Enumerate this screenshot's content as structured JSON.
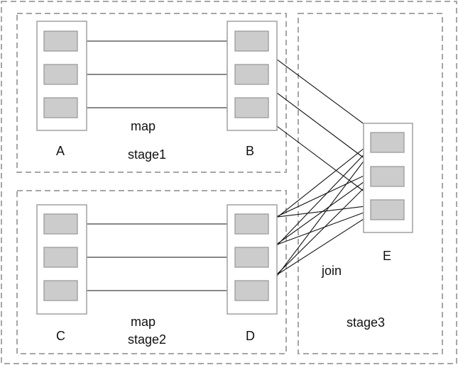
{
  "diagram": {
    "stages": [
      {
        "id": "stage1",
        "label": "stage1"
      },
      {
        "id": "stage2",
        "label": "stage2"
      },
      {
        "id": "stage3",
        "label": "stage3"
      }
    ],
    "nodes": [
      {
        "id": "A",
        "label": "A",
        "stage": "stage1",
        "partitions": 3
      },
      {
        "id": "B",
        "label": "B",
        "stage": "stage1",
        "partitions": 3
      },
      {
        "id": "C",
        "label": "C",
        "stage": "stage2",
        "partitions": 3
      },
      {
        "id": "D",
        "label": "D",
        "stage": "stage2",
        "partitions": 3
      },
      {
        "id": "E",
        "label": "E",
        "stage": "stage3",
        "partitions": 3
      }
    ],
    "operations": [
      {
        "id": "map1",
        "label": "map",
        "from": "A",
        "to": "B",
        "type": "one-to-one"
      },
      {
        "id": "map2",
        "label": "map",
        "from": "C",
        "to": "D",
        "type": "one-to-one"
      },
      {
        "id": "join",
        "label": "join",
        "from": [
          "B",
          "D"
        ],
        "to": "E",
        "type": "shuffle"
      }
    ],
    "edges": [
      {
        "from": "A.0",
        "to": "B.0"
      },
      {
        "from": "A.1",
        "to": "B.1"
      },
      {
        "from": "A.2",
        "to": "B.2"
      },
      {
        "from": "C.0",
        "to": "D.0"
      },
      {
        "from": "C.1",
        "to": "D.1"
      },
      {
        "from": "C.2",
        "to": "D.2"
      },
      {
        "from": "B.0",
        "to": "E.0"
      },
      {
        "from": "B.1",
        "to": "E.1"
      },
      {
        "from": "B.2",
        "to": "E.2"
      },
      {
        "from": "D.0",
        "to": "E.0"
      },
      {
        "from": "D.0",
        "to": "E.1"
      },
      {
        "from": "D.0",
        "to": "E.2"
      },
      {
        "from": "D.1",
        "to": "E.0"
      },
      {
        "from": "D.1",
        "to": "E.1"
      },
      {
        "from": "D.1",
        "to": "E.2"
      },
      {
        "from": "D.2",
        "to": "E.0"
      },
      {
        "from": "D.2",
        "to": "E.1"
      },
      {
        "from": "D.2",
        "to": "E.2"
      }
    ]
  }
}
